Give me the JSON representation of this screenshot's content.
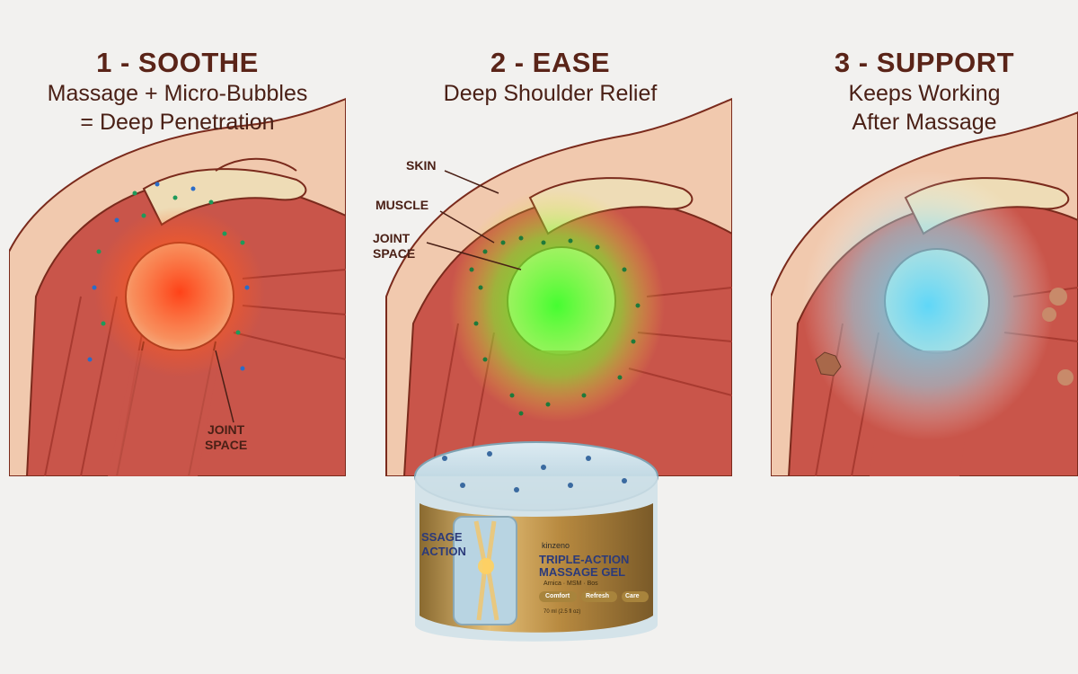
{
  "panels": [
    {
      "title": "1 - SOOTHE",
      "sub1": "Massage + Micro-Bubbles",
      "sub2": "= Deep Penetration",
      "label1": "JOINT",
      "label2": "SPACE"
    },
    {
      "title": "2 - EASE",
      "sub1": "Deep Shoulder Relief",
      "sub2": "",
      "labels": {
        "skin": "SKIN",
        "muscle": "MUSCLE",
        "joint1": "JOINT",
        "joint2": "SPACE"
      }
    },
    {
      "title": "3 - SUPPORT",
      "sub1": "Keeps Working",
      "sub2": "After Massage"
    }
  ],
  "product": {
    "brand": "kinzeno",
    "name1": "TRIPLE-ACTION",
    "name2": "MASSAGE GEL",
    "side1": "SSAGE",
    "side2": "ACTION",
    "ingredients": "Arnica · MSM · Bos",
    "badge1": "Comfort",
    "badge2": "Refresh",
    "badge3": "Care",
    "volume": "70 ml (2.5 fl oz)"
  },
  "colors": {
    "title": "#5a2418",
    "skin": "#f1c9ae",
    "muscle": "#c9554a",
    "bone": "#eedcb6",
    "glow_red": "#ff3a10",
    "glow_green": "#3cff2a",
    "glow_blue": "#4fd6ff",
    "gold": "#c79a4e",
    "navy": "#2b3a7a"
  }
}
